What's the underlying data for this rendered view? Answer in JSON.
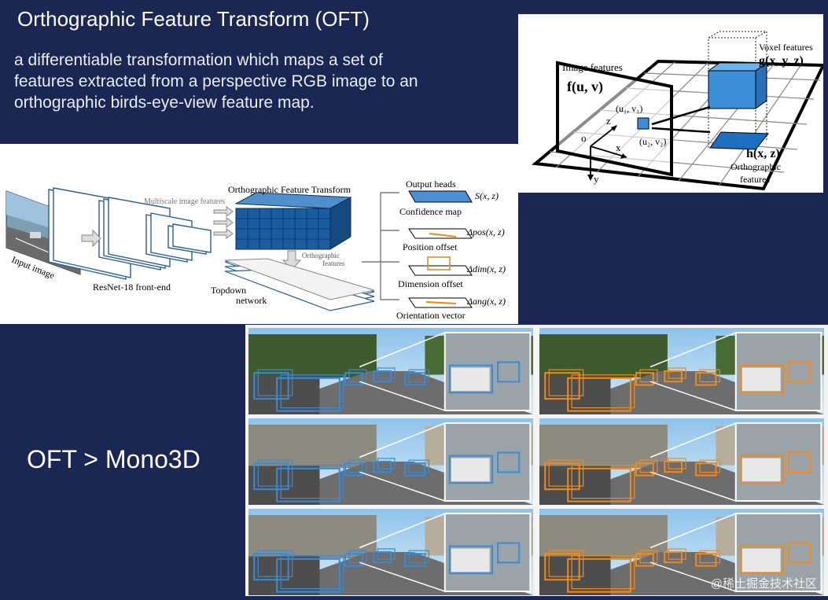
{
  "slide": {
    "title": "Orthographic Feature Transform (OFT)",
    "description_lines": [
      "a differentiable transformation which maps a set of",
      "features extracted from a perspective RGB image to an",
      "orthographic birds-eye-view feature map."
    ],
    "results_label": "OFT > Mono3D"
  },
  "voxel_figure": {
    "image_features_label": "Image features",
    "image_features_symbol": "f(u, v)",
    "voxel_features_label": "Voxel features",
    "voxel_features_symbol": "g(x, y, z)",
    "ortho_symbol": "h(x, z)",
    "ortho_label_1": "Orthographic",
    "ortho_label_2": "features",
    "uv1": "(u₁, v₁)",
    "uv2": "(u₂, v₂)",
    "axis_o": "o",
    "axis_x": "x",
    "axis_y": "y",
    "axis_z": "z"
  },
  "architecture": {
    "input_label": "Input image",
    "backbone_label": "ResNet-18 front-end",
    "multiscale_label": "Multiscale image features",
    "oft_label": "Orthographic Feature Transform",
    "ortho_feat_1": "Orthographic",
    "ortho_feat_2": "features",
    "topdown_1": "Topdown",
    "topdown_2": "network",
    "heads_title": "Output heads",
    "heads": [
      {
        "name": "Confidence map",
        "symbol": "S(x, z)"
      },
      {
        "name": "Position offset",
        "symbol": "Δpos(x, z)"
      },
      {
        "name": "Dimension offset",
        "symbol": "Δdim(x, z)"
      },
      {
        "name": "Orientation vector",
        "symbol": "Δang(x, z)"
      }
    ]
  },
  "results": {
    "watermark": "@稀土掘金技术社区"
  },
  "colors": {
    "background": "#1b2753",
    "oft_blue": "#3a8ad4",
    "mono3d_orange": "#f08a1c"
  }
}
